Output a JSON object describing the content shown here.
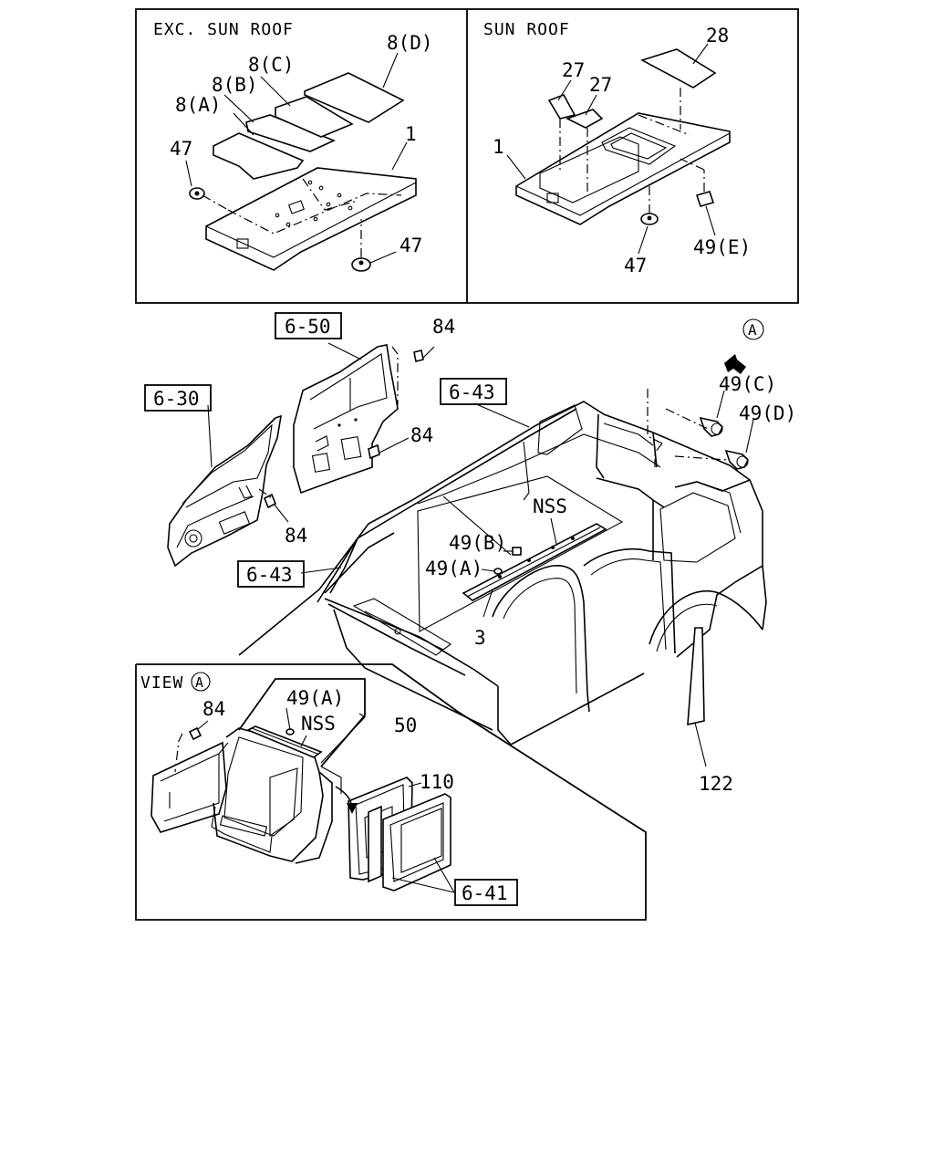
{
  "panels": {
    "exc_sun_roof": "EXC. SUN ROOF",
    "sun_roof": "SUN ROOF",
    "view_a": "VIEW"
  },
  "view_marker": "A",
  "callouts": {
    "p8a": "8(A)",
    "p8b": "8(B)",
    "p8c": "8(C)",
    "p8d": "8(D)",
    "p1_left": "1",
    "p1_right": "1",
    "p47_a": "47",
    "p47_b": "47",
    "p47_c": "47",
    "p27_a": "27",
    "p27_b": "27",
    "p28": "28",
    "p49e": "49(E)",
    "p84_a": "84",
    "p84_b": "84",
    "p84_c": "84",
    "p84_d": "84",
    "p49c": "49(C)",
    "p49d": "49(D)",
    "p49b": "49(B)",
    "p49a": "49(A)",
    "p49a_view": "49(A)",
    "nss": "NSS",
    "nss_view": "NSS",
    "p3": "3",
    "p122": "122",
    "p50": "50",
    "p110": "110"
  },
  "ref_boxes": {
    "r650": "6-50",
    "r630": "6-30",
    "r643_a": "6-43",
    "r643_b": "6-43",
    "r641": "6-41"
  }
}
